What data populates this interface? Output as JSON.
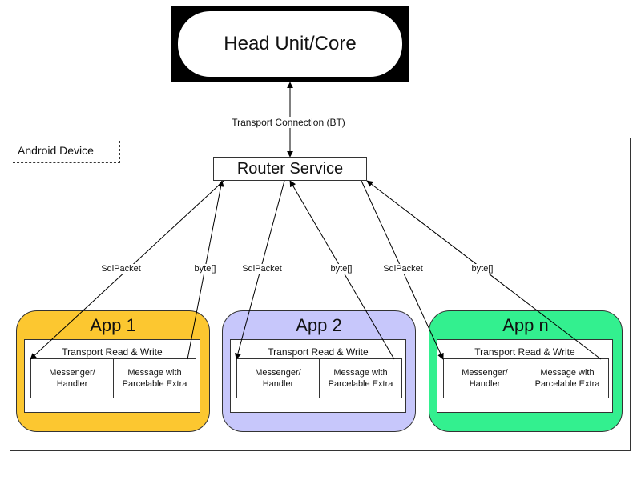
{
  "head_unit": {
    "label": "Head Unit/Core"
  },
  "transport_connection": {
    "label": "Transport Connection (BT)"
  },
  "device": {
    "label": "Android Device"
  },
  "router": {
    "label": "Router Service"
  },
  "edge_labels": {
    "sdl_packet": "SdlPacket",
    "byte_array": "byte[]"
  },
  "apps": [
    {
      "title": "App 1",
      "color": "#FCC730",
      "transport": "Transport Read & Write",
      "left_box": "Messenger/\nHandler",
      "right_box": "Message with\nParcelable Extra"
    },
    {
      "title": "App 2",
      "color": "#C7C7FB",
      "transport": "Transport Read & Write",
      "left_box": "Messenger/\nHandler",
      "right_box": "Message with\nParcelable Extra"
    },
    {
      "title": "App n",
      "color": "#33F08F",
      "transport": "Transport Read & Write",
      "left_box": "Messenger/\nHandler",
      "right_box": "Message with\nParcelable Extra"
    }
  ]
}
